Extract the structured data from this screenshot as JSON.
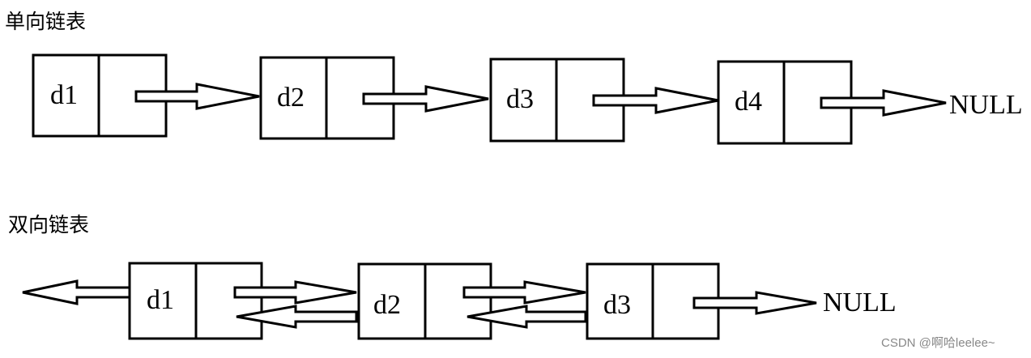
{
  "singly": {
    "title": "单向链表",
    "nodes": [
      "d1",
      "d2",
      "d3",
      "d4"
    ],
    "terminal": "NULL"
  },
  "doubly": {
    "title": "双向链表",
    "nodes": [
      "d1",
      "d2",
      "d3"
    ],
    "terminal": "NULL"
  },
  "watermark": "CSDN @啊哈leelee~"
}
